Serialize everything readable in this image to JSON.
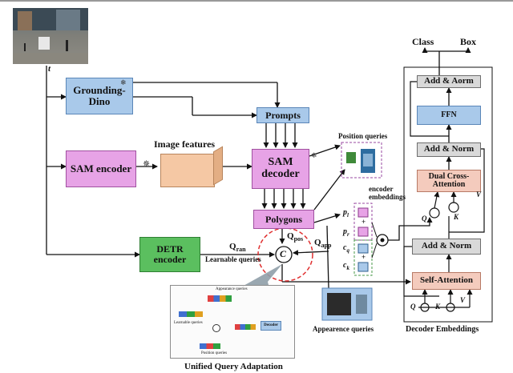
{
  "input_label": "t",
  "modules": {
    "grounding_dino": "Grounding-Dino",
    "sam_encoder": "SAM encoder",
    "sam_decoder": "SAM decoder",
    "prompts": "Prompts",
    "polygons": "Polygons",
    "detr_encoder": "DETR encoder",
    "image_features": "Image features"
  },
  "queries": {
    "q_ran": "Q",
    "q_ran_sub": "ran",
    "q_pos": "Q",
    "q_pos_sub": "pos",
    "q_app": "Q",
    "q_app_sub": "app",
    "learnable": "Learnable queries",
    "position": "Position queries",
    "appearance": "Appearence queries",
    "encoder_embeddings": "encoder embeddings",
    "concat_symbol": "C",
    "dot_symbol": "•",
    "p_l": "p",
    "p_l_sub": "l",
    "p_r": "p",
    "p_r_sub": "r",
    "c_q": "c",
    "c_q_sub": "q",
    "c_k": "c",
    "c_k_sub": "k"
  },
  "decoder": {
    "class": "Class",
    "box": "Box",
    "add_aorm": "Add & Aorm",
    "ffn": "FFN",
    "add_norm_1": "Add & Norm",
    "dual_cross": "Dual Cross-Attention",
    "add_norm_2": "Add & Norm",
    "self_attention": "Self-Attention",
    "q": "Q",
    "k": "K",
    "v": "V",
    "label": "Decoder Embeddings"
  },
  "uqa": {
    "label": "Unified Query Adaptation",
    "appearance": "Appearance queries",
    "learnable": "Learnable queries",
    "decoder": "Decoder",
    "position": "Position queries"
  },
  "colors": {
    "blue": "#a9c9ea",
    "green": "#5bbf5f",
    "pink": "#e7a3e6",
    "gray": "#d9d9d9",
    "rose": "#f4cbbd",
    "red_dashed": "#e03030"
  },
  "icons": [
    "snowflake-icon",
    "flame-icon",
    "concat-icon",
    "dot-product-icon",
    "add-icon"
  ]
}
